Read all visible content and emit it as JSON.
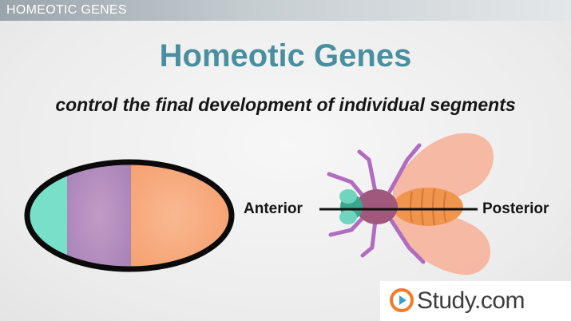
{
  "header": {
    "section_label": "HOMEOTIC GENES"
  },
  "slide": {
    "title": "Homeotic Genes",
    "subtitle": "control the final development of individual segments"
  },
  "diagram": {
    "label_left": "Anterior",
    "label_right": "Posterior",
    "colors": {
      "embryo_anterior": "#78e0c8",
      "embryo_middle": "#b08ab8",
      "embryo_posterior": "#f6a77a",
      "embryo_outline": "#0a0a0a",
      "fly_wing": "#f6b29a",
      "fly_thorax": "#a0587c",
      "fly_abdomen": "#f0954e",
      "fly_head": "#5fc8b0",
      "fly_legs": "#b06cc0"
    }
  },
  "brand": {
    "logo_icon": "play-icon",
    "name": "Study.com",
    "accent": "#f47a2a"
  }
}
